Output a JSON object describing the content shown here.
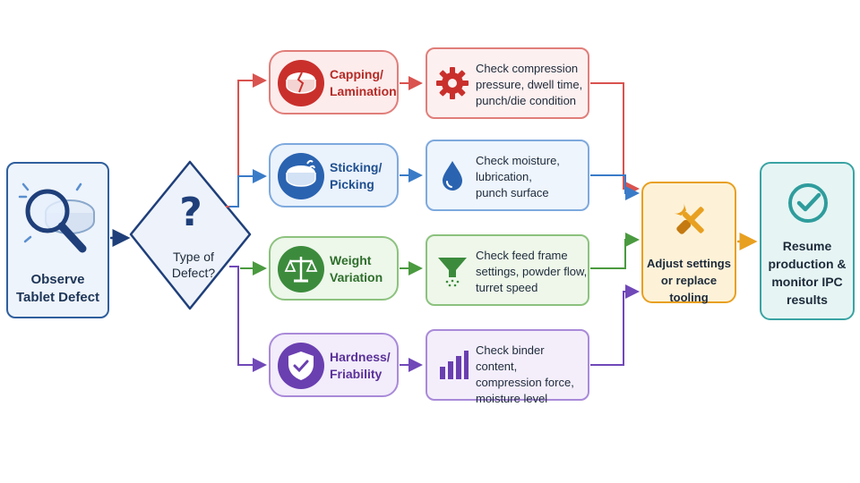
{
  "start": {
    "label_line1": "Observe",
    "label_line2": "Tablet Defect"
  },
  "decision": {
    "symbol": "?",
    "label_line1": "Type of",
    "label_line2": "Defect?"
  },
  "defects": [
    {
      "line1": "Capping/",
      "line2": "Lamination",
      "color": "#c0392b",
      "fill": "#fdecec",
      "icon": "cracked-tablet-icon"
    },
    {
      "line1": "Sticking/",
      "line2": "Picking",
      "color": "#2e6bb8",
      "fill": "#eaf2fc",
      "icon": "sticky-tablet-icon"
    },
    {
      "line1": "Weight",
      "line2": "Variation",
      "color": "#3c8b3c",
      "fill": "#edf7ea",
      "icon": "balance-scale-icon"
    },
    {
      "line1": "Hardness/",
      "line2": "Friability",
      "color": "#6a3fb0",
      "fill": "#f2ecfb",
      "icon": "shield-check-icon"
    }
  ],
  "checks": [
    {
      "line1": "Check compression",
      "line2": "pressure, dwell time,",
      "line3": "punch/die condition",
      "color": "#c0392b",
      "fill": "#fdf0f0",
      "icon": "gear-icon"
    },
    {
      "line1": "Check moisture,",
      "line2": "lubrication,",
      "line3": "punch surface",
      "color": "#2e6bb8",
      "fill": "#eef5fd",
      "icon": "water-drop-icon"
    },
    {
      "line1": "Check feed frame",
      "line2": "settings, powder flow,",
      "line3": "turret speed",
      "color": "#3c8b3c",
      "fill": "#eef7ea",
      "icon": "funnel-icon"
    },
    {
      "line1": "Check binder content,",
      "line2": "compression force,",
      "line3": "moisture level",
      "color": "#6a3fb0",
      "fill": "#f4eefb",
      "icon": "bar-chart-icon"
    }
  ],
  "adjust": {
    "line1": "Adjust settings",
    "line2": "or replace tooling",
    "icon": "wrench-screwdriver-icon"
  },
  "resume": {
    "line1": "Resume",
    "line2": "production &",
    "line3": "monitor IPC",
    "line4": "results",
    "icon": "check-circle-icon"
  }
}
